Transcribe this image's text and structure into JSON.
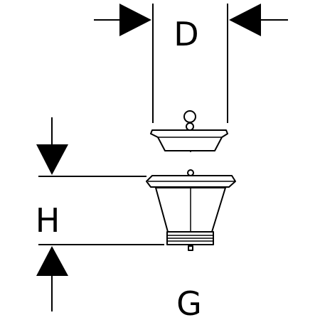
{
  "labels": {
    "diameter": "D",
    "height": "H",
    "thread": "G"
  },
  "colors": {
    "stroke": "#000000",
    "background": "#ffffff"
  }
}
